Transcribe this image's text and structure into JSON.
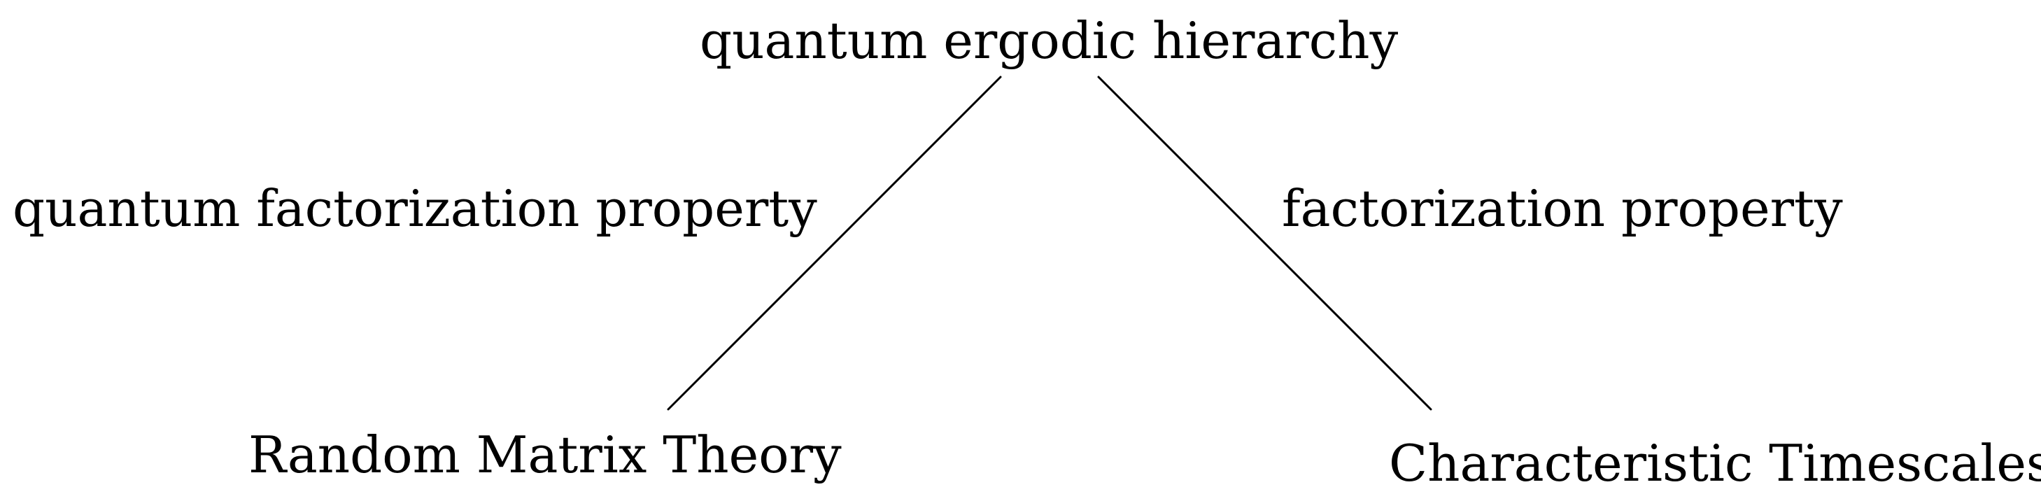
{
  "diagram": {
    "root": {
      "label": "quantum ergodic hierarchy"
    },
    "children": [
      {
        "label": "Random Matrix Theory",
        "edge_label": "quantum factorization property"
      },
      {
        "label": "Characteristic Timescales",
        "edge_label": "factorization property"
      }
    ],
    "colors": {
      "text": "#000000",
      "line": "#000000",
      "background": "#ffffff"
    }
  }
}
